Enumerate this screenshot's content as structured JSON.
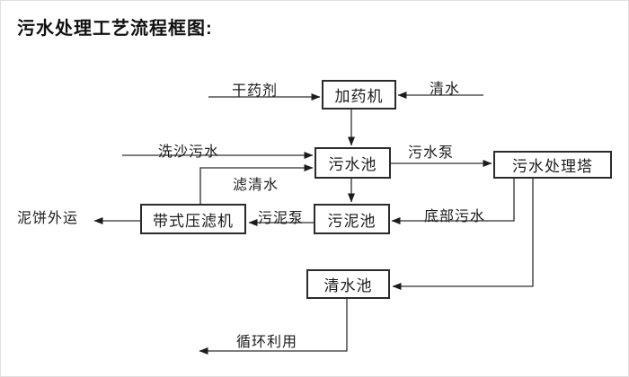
{
  "colors": {
    "background": "#ffffff",
    "ink": "#1c1c1c",
    "box_border": "#2b2b2b"
  },
  "title": "污水处理工艺流程框图:",
  "nodes": {
    "dosing_machine": {
      "label": "加药机"
    },
    "sewage_pool": {
      "label": "污水池"
    },
    "treatment_tower": {
      "label": "污水处理塔"
    },
    "sludge_pool": {
      "label": "污泥池"
    },
    "belt_filter_press": {
      "label": "带式压滤机"
    },
    "clean_water_pool": {
      "label": "清水池"
    }
  },
  "flow_labels": {
    "dry_chemical": "干药剂",
    "clean_water": "清水",
    "sand_washing_sewage": "洗沙污水",
    "sewage_pump": "污水泵",
    "filtered_water": "滤清水",
    "sludge_pump": "污泥泵",
    "bottom_sewage": "底部污水",
    "mud_cake_shipping": "泥饼外运",
    "recycling_use": "循环利用"
  },
  "edges": [
    {
      "from": "external",
      "to": "dosing_machine",
      "label": "干药剂"
    },
    {
      "from": "external",
      "to": "dosing_machine",
      "label": "清水"
    },
    {
      "from": "dosing_machine",
      "to": "sewage_pool",
      "label": ""
    },
    {
      "from": "external",
      "to": "sewage_pool",
      "label": "洗沙污水"
    },
    {
      "from": "belt_filter_press",
      "to": "sewage_pool",
      "label": "滤清水"
    },
    {
      "from": "sewage_pool",
      "to": "treatment_tower",
      "label": "污水泵"
    },
    {
      "from": "sewage_pool",
      "to": "sludge_pool",
      "label": ""
    },
    {
      "from": "treatment_tower",
      "to": "sludge_pool",
      "label": "底部污水"
    },
    {
      "from": "sludge_pool",
      "to": "belt_filter_press",
      "label": "污泥泵"
    },
    {
      "from": "belt_filter_press",
      "to": "external",
      "label": "泥饼外运"
    },
    {
      "from": "treatment_tower",
      "to": "clean_water_pool",
      "label": ""
    },
    {
      "from": "clean_water_pool",
      "to": "external",
      "label": "循环利用"
    }
  ]
}
